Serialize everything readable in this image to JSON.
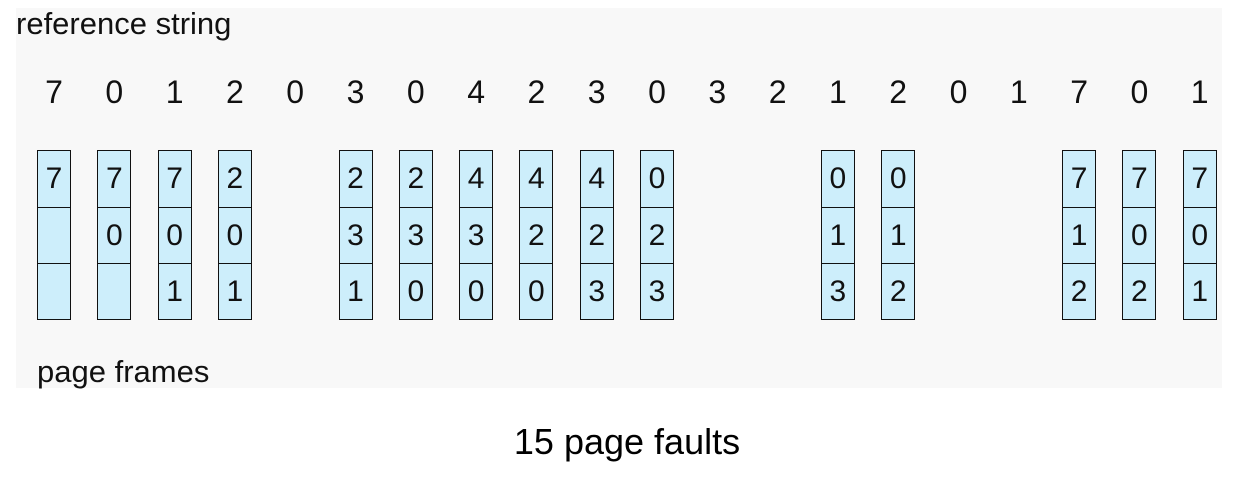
{
  "diagram": {
    "reference_label": "reference string",
    "frames_label": "page frames",
    "result_text": "15 page faults",
    "frame_fill_color": "#cdeefb",
    "reference_string": [
      "7",
      "0",
      "1",
      "2",
      "0",
      "3",
      "0",
      "4",
      "2",
      "3",
      "0",
      "3",
      "2",
      "1",
      "2",
      "0",
      "1",
      "7",
      "0",
      "1"
    ],
    "frame_snapshots": [
      {
        "ref_index": 0,
        "frames": [
          "7",
          "",
          ""
        ]
      },
      {
        "ref_index": 1,
        "frames": [
          "7",
          "0",
          ""
        ]
      },
      {
        "ref_index": 2,
        "frames": [
          "7",
          "0",
          "1"
        ]
      },
      {
        "ref_index": 3,
        "frames": [
          "2",
          "0",
          "1"
        ]
      },
      {
        "ref_index": 5,
        "frames": [
          "2",
          "3",
          "1"
        ]
      },
      {
        "ref_index": 6,
        "frames": [
          "2",
          "3",
          "0"
        ]
      },
      {
        "ref_index": 7,
        "frames": [
          "4",
          "3",
          "0"
        ]
      },
      {
        "ref_index": 8,
        "frames": [
          "4",
          "2",
          "0"
        ]
      },
      {
        "ref_index": 9,
        "frames": [
          "4",
          "2",
          "3"
        ]
      },
      {
        "ref_index": 10,
        "frames": [
          "0",
          "2",
          "3"
        ]
      },
      {
        "ref_index": 13,
        "frames": [
          "0",
          "1",
          "3"
        ]
      },
      {
        "ref_index": 14,
        "frames": [
          "0",
          "1",
          "2"
        ]
      },
      {
        "ref_index": 17,
        "frames": [
          "7",
          "1",
          "2"
        ]
      },
      {
        "ref_index": 18,
        "frames": [
          "7",
          "0",
          "2"
        ]
      },
      {
        "ref_index": 19,
        "frames": [
          "7",
          "0",
          "1"
        ]
      }
    ]
  }
}
